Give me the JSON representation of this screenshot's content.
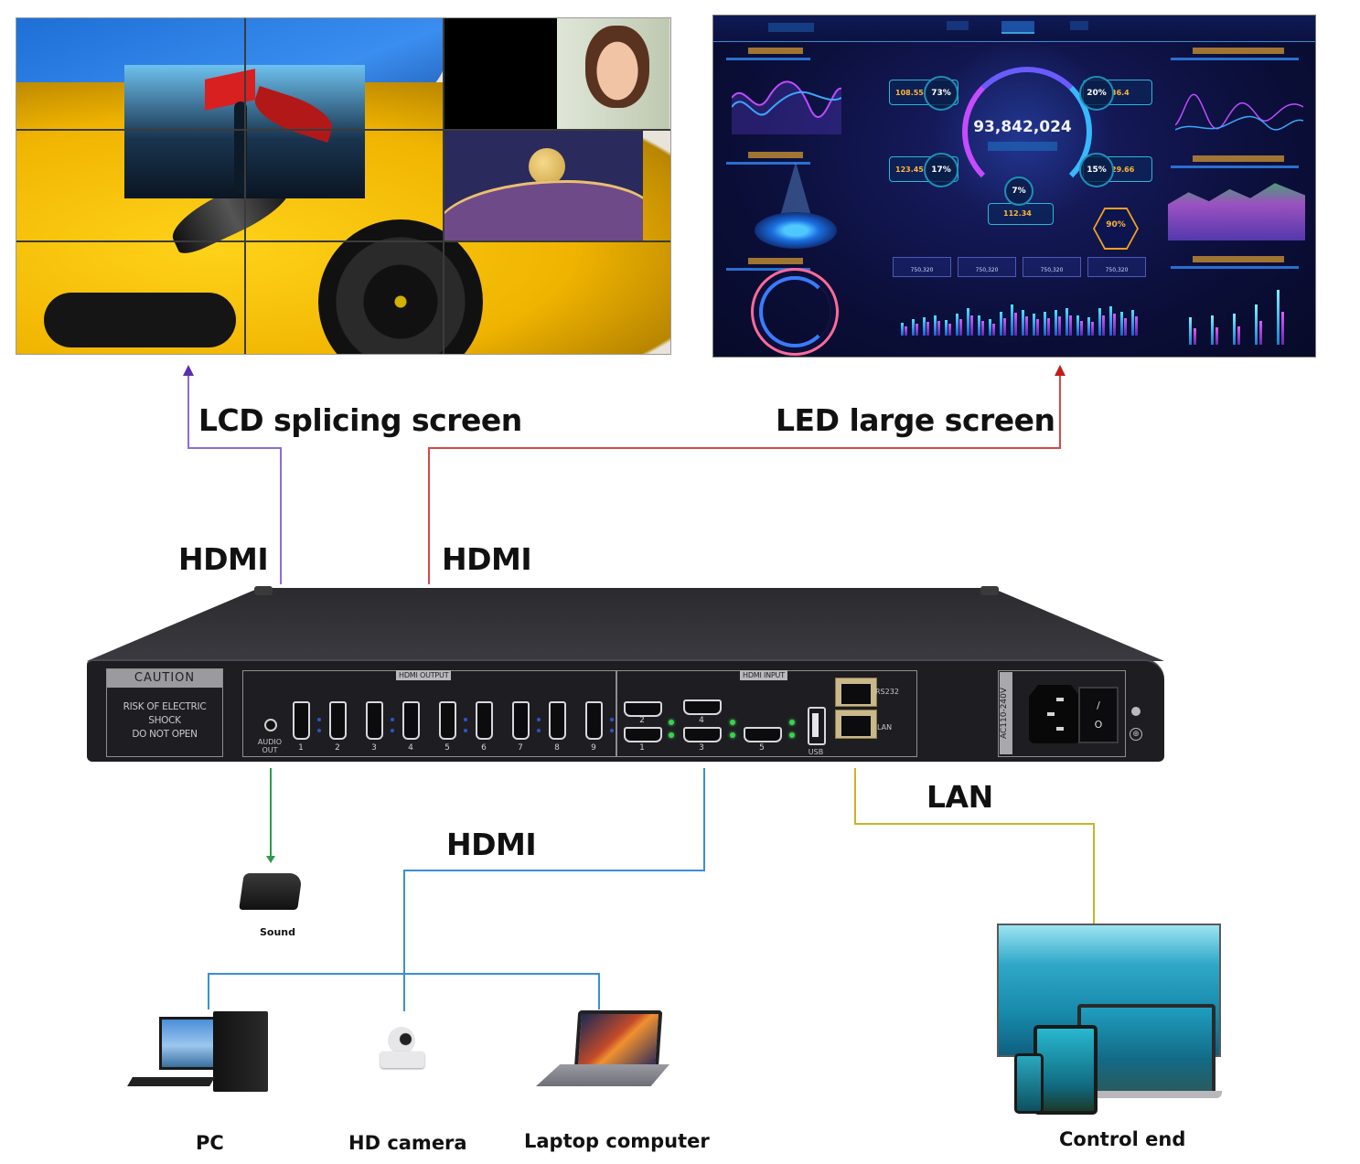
{
  "top_screens": {
    "lcd": {
      "label": "LCD splicing screen",
      "link_label": "HDMI",
      "line_color": "#8e6cd8",
      "arrow_color": "#5a2fb0"
    },
    "led": {
      "label": "LED large screen",
      "link_label": "HDMI",
      "line_color": "#d6484a",
      "arrow_color": "#c41a1a",
      "dashboard": {
        "main_value": "93,842,024",
        "percents": [
          "73%",
          "20%",
          "17%",
          "15%",
          "7%",
          "90%"
        ],
        "values": [
          "108.55",
          "36.4",
          "123.45",
          "29.66",
          "112.34"
        ],
        "kpis": [
          "750,320",
          "750,320",
          "750,320",
          "750,320"
        ]
      }
    }
  },
  "device": {
    "caution": {
      "title": "CAUTION",
      "line1": "RISK OF ELECTRIC SHOCK",
      "line2": "DO NOT OPEN"
    },
    "audio_out": {
      "line1": "AUDIO",
      "line2": "OUT"
    },
    "hdmi_output": {
      "label": "HDMI OUTPUT",
      "ports": [
        "1",
        "2",
        "3",
        "4",
        "5",
        "6",
        "7",
        "8",
        "9"
      ]
    },
    "hdmi_input": {
      "label": "HDMI INPUT",
      "ports": [
        "1",
        "2",
        "3",
        "4",
        "5"
      ]
    },
    "usb_label": "USB",
    "rs232_label": "RS232",
    "lan_label": "LAN",
    "power_label": "AC110-240V",
    "switch_on": "/",
    "switch_off": "O"
  },
  "connections": {
    "audio": {
      "line_color": "#2e9a4a"
    },
    "hdmi_in": {
      "label": "HDMI",
      "line_color": "#3a8ed6"
    },
    "lan": {
      "label": "LAN",
      "line_color": "#c8b428"
    }
  },
  "endpoints": {
    "sound": "Sound",
    "pc": "PC",
    "camera": "HD camera",
    "laptop": "Laptop computer",
    "control": "Control end"
  }
}
